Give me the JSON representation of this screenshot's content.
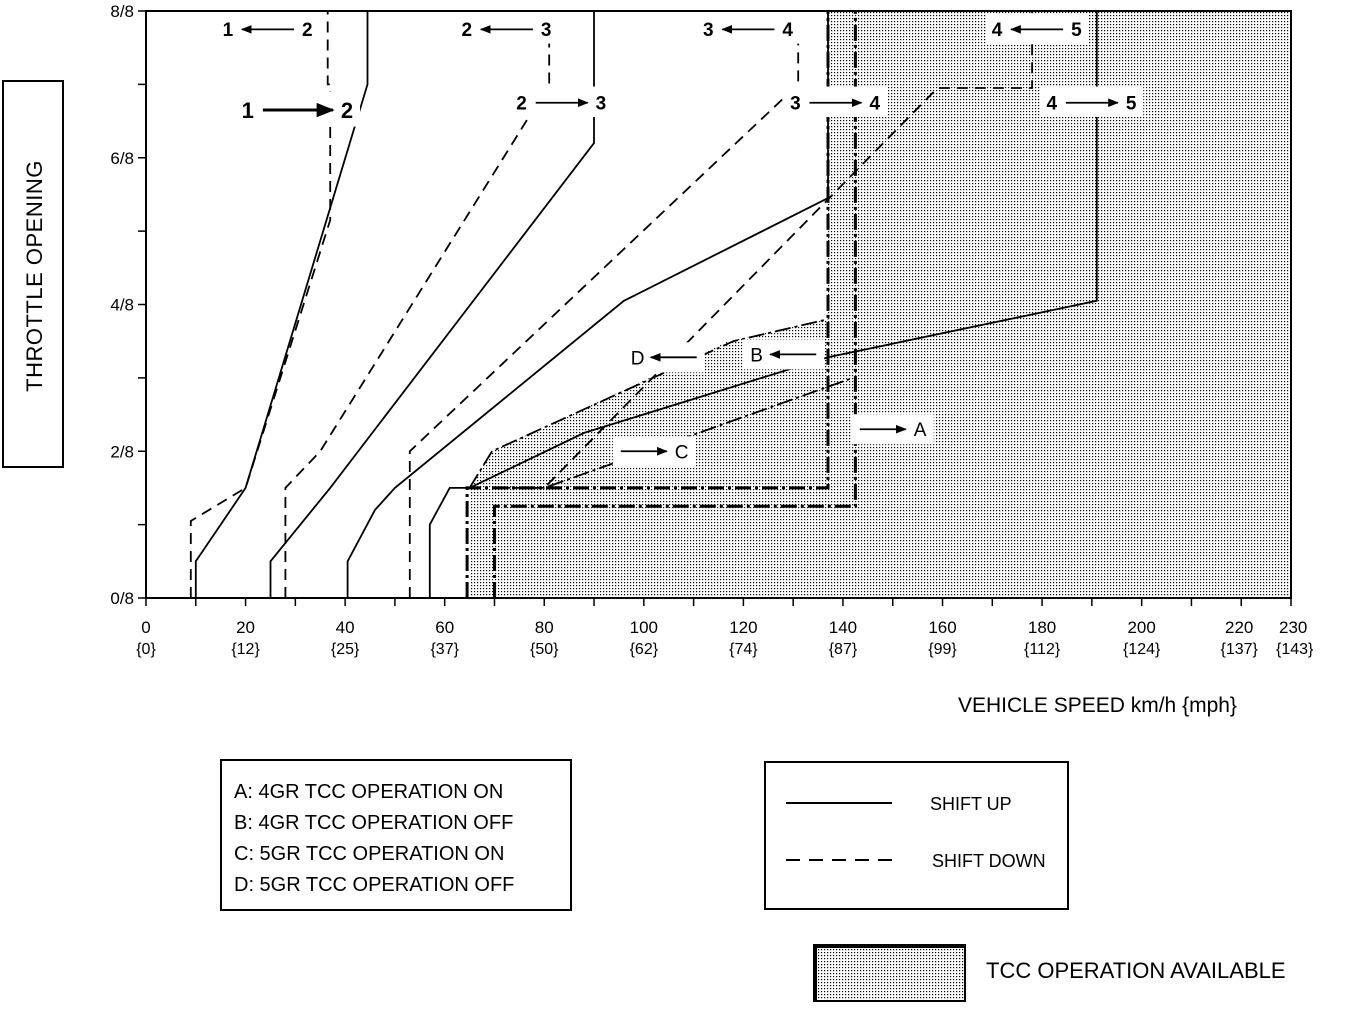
{
  "chart_data": {
    "type": "line",
    "ylabel": "THROTTLE OPENING",
    "xlabel": "VEHICLE SPEED  km/h {mph}",
    "xlim": [
      0,
      230
    ],
    "ylim": [
      0,
      8
    ],
    "x_ticks": [
      {
        "v": 0,
        "kmh": "0",
        "mph": "{0}"
      },
      {
        "v": 20,
        "kmh": "20",
        "mph": "{12}"
      },
      {
        "v": 40,
        "kmh": "40",
        "mph": "{25}"
      },
      {
        "v": 60,
        "kmh": "60",
        "mph": "{37}"
      },
      {
        "v": 80,
        "kmh": "80",
        "mph": "{50}"
      },
      {
        "v": 100,
        "kmh": "100",
        "mph": "{62}"
      },
      {
        "v": 120,
        "kmh": "120",
        "mph": "{74}"
      },
      {
        "v": 140,
        "kmh": "140",
        "mph": "{87}"
      },
      {
        "v": 160,
        "kmh": "160",
        "mph": "{99}"
      },
      {
        "v": 180,
        "kmh": "180",
        "mph": "{112}"
      },
      {
        "v": 200,
        "kmh": "200",
        "mph": "{124}"
      },
      {
        "v": 220,
        "kmh": "220",
        "mph": "{137}"
      },
      {
        "v": 230,
        "kmh": "230",
        "mph": "{143}"
      }
    ],
    "y_ticks": [
      {
        "v": 0,
        "label": "0/8"
      },
      {
        "v": 2,
        "label": "2/8"
      },
      {
        "v": 4,
        "label": "4/8"
      },
      {
        "v": 6,
        "label": "6/8"
      },
      {
        "v": 8,
        "label": "8/8"
      }
    ],
    "series": [
      {
        "name": "1→2",
        "style": "solid",
        "points": [
          [
            10,
            0
          ],
          [
            10,
            0.5
          ],
          [
            20,
            1.5
          ],
          [
            44.5,
            7
          ],
          [
            44.5,
            8
          ]
        ]
      },
      {
        "name": "2→3",
        "style": "solid",
        "points": [
          [
            25,
            0
          ],
          [
            25,
            0.5
          ],
          [
            37,
            1.5
          ],
          [
            90,
            6.2
          ],
          [
            90,
            8
          ]
        ]
      },
      {
        "name": "3→4",
        "style": "solid",
        "points": [
          [
            40.5,
            0
          ],
          [
            40.5,
            0.5
          ],
          [
            46,
            1.2
          ],
          [
            50,
            1.5
          ],
          [
            96,
            4.05
          ],
          [
            137,
            5.45
          ],
          [
            137,
            8
          ]
        ]
      },
      {
        "name": "4→5",
        "style": "solid",
        "points": [
          [
            57,
            0
          ],
          [
            57,
            1
          ],
          [
            61,
            1.5
          ],
          [
            65,
            1.5
          ],
          [
            88,
            2.25
          ],
          [
            137,
            3.28
          ],
          [
            191,
            4.05
          ],
          [
            191,
            8
          ]
        ]
      },
      {
        "name": "2→1",
        "style": "dashed",
        "points": [
          [
            9,
            0
          ],
          [
            9,
            1.05
          ],
          [
            20,
            1.5
          ],
          [
            37,
            5.15
          ],
          [
            37,
            7
          ],
          [
            36.5,
            7
          ],
          [
            36.5,
            8
          ]
        ]
      },
      {
        "name": "3→2",
        "style": "dashed",
        "points": [
          [
            28,
            0
          ],
          [
            28,
            1.5
          ],
          [
            35,
            2
          ],
          [
            81,
            7
          ],
          [
            81,
            8
          ]
        ]
      },
      {
        "name": "4→3",
        "style": "dashed",
        "points": [
          [
            53,
            0
          ],
          [
            53,
            2
          ],
          [
            131,
            7
          ],
          [
            131,
            8
          ]
        ]
      },
      {
        "name": "5→4",
        "style": "dashed",
        "points": [
          [
            70,
            1.5
          ],
          [
            80,
            1.5
          ],
          [
            159,
            6.95
          ],
          [
            178,
            6.95
          ],
          [
            178,
            8
          ]
        ]
      }
    ],
    "tcc_lines": [
      {
        "id": "A",
        "style": "dash-dot",
        "points": [
          [
            64.5,
            0
          ],
          [
            64.5,
            1.5
          ],
          [
            137,
            1.5
          ],
          [
            137,
            8
          ]
        ]
      },
      {
        "id": "B",
        "style": "dash-dot",
        "points": [
          [
            70,
            0
          ],
          [
            70,
            1.25
          ],
          [
            142.5,
            1.25
          ],
          [
            142.5,
            8
          ]
        ]
      },
      {
        "id": "C",
        "style": "dash-dot",
        "points": [
          [
            70,
            1.5
          ],
          [
            80,
            1.5
          ],
          [
            142,
            3
          ]
        ]
      },
      {
        "id": "D",
        "style": "dash-dot",
        "points": [
          [
            65,
            1.5
          ],
          [
            69.5,
            2
          ],
          [
            118,
            3.5
          ],
          [
            137,
            3.8
          ]
        ]
      }
    ],
    "tcc_region": [
      [
        65,
        0
      ],
      [
        65,
        1.5
      ],
      [
        69.5,
        2
      ],
      [
        117,
        3.5
      ],
      [
        137,
        3.8
      ],
      [
        137,
        8
      ],
      [
        230,
        8
      ],
      [
        230,
        0
      ]
    ],
    "shift_labels": [
      {
        "from": "1",
        "to": "2",
        "dir": "left",
        "x": 24.5,
        "y": 7.75,
        "bold": true
      },
      {
        "from": "1",
        "to": "2",
        "dir": "right",
        "x": 30.5,
        "y": 6.65,
        "bold": true,
        "large": true
      },
      {
        "from": "2",
        "to": "3",
        "dir": "left",
        "x": 72.5,
        "y": 7.75,
        "bold": true
      },
      {
        "from": "2",
        "to": "3",
        "dir": "right",
        "x": 83.5,
        "y": 6.75,
        "bold": true
      },
      {
        "from": "3",
        "to": "4",
        "dir": "left",
        "x": 121,
        "y": 7.75,
        "bold": true
      },
      {
        "from": "3",
        "to": "4",
        "dir": "right",
        "x": 138.5,
        "y": 6.75,
        "bold": true
      },
      {
        "from": "4",
        "to": "5",
        "dir": "left",
        "x": 179,
        "y": 7.75,
        "bold": true
      },
      {
        "from": "4",
        "to": "5",
        "dir": "right",
        "x": 190,
        "y": 6.75,
        "bold": true
      }
    ],
    "tcc_labels": [
      {
        "text": "A",
        "dir": "right",
        "x": 150,
        "y": 2.3
      },
      {
        "text": "B",
        "dir": "left",
        "x": 128,
        "y": 3.32
      },
      {
        "text": "C",
        "dir": "right",
        "x": 102,
        "y": 2.0
      },
      {
        "text": "D",
        "dir": "left",
        "x": 104,
        "y": 3.28
      }
    ]
  },
  "definitions": [
    "A: 4GR TCC OPERATION ON",
    "B: 4GR TCC OPERATION OFF",
    "C: 5GR TCC OPERATION ON",
    "D: 5GR TCC OPERATION OFF"
  ],
  "legend": {
    "shift_up": "SHIFT UP",
    "shift_down": "SHIFT DOWN",
    "tcc": "TCC OPERATION AVAILABLE"
  }
}
